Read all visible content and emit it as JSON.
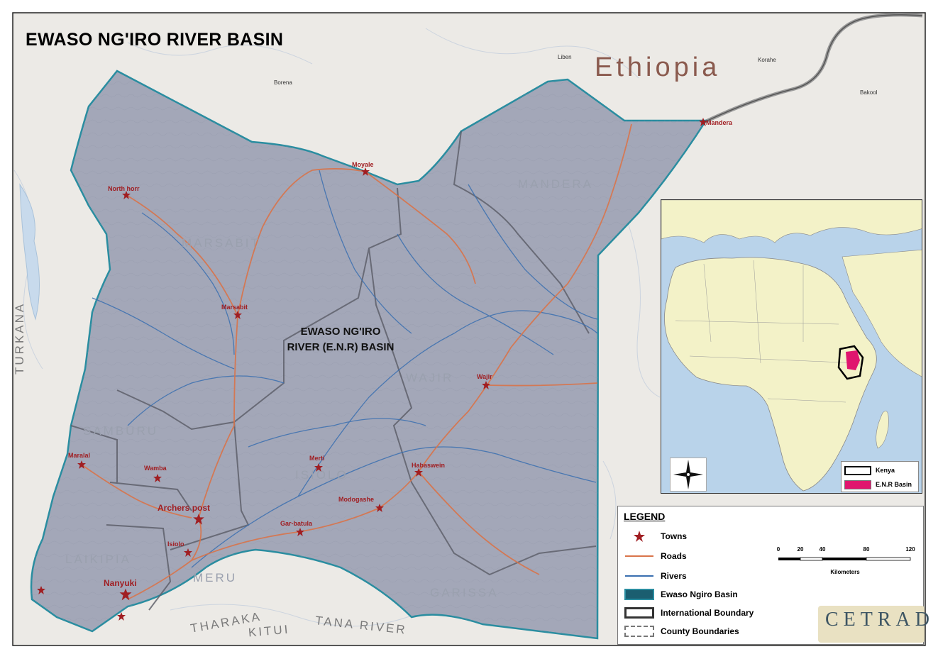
{
  "title": "EWASO NG'IRO RIVER BASIN",
  "country_label": "Ethiopia",
  "ethiopia_places": [
    "Liben",
    "Borena",
    "Korahe",
    "Bakool"
  ],
  "basin_label": [
    "EWASO NG'IRO",
    "RIVER (E.N.R) BASIN"
  ],
  "counties_in_basin": [
    "MANDERA",
    "MARSABIT",
    "WAJIR",
    "SAMBURU",
    "ISIOLO",
    "LAIKIPIA",
    "MERU",
    "GARISSA"
  ],
  "counties_outside": [
    "TURKANA",
    "THARAKA",
    "KITUI",
    "TANA RIVER"
  ],
  "towns": [
    "Mandera",
    "Moyale",
    "North horr",
    "Marsabit",
    "Wajir",
    "Maralal",
    "Wamba",
    "Merti",
    "Habaswein",
    "Modogashe",
    "Archers post",
    "Gar-batula",
    "Isiolo",
    "Nanyuki"
  ],
  "inset": {
    "legend": [
      {
        "label": "Kenya",
        "color": "#000000",
        "style": "outline"
      },
      {
        "label": "E.N.R Basin",
        "color": "#e0156e",
        "style": "fill"
      }
    ]
  },
  "legend": {
    "title": "LEGEND",
    "items": [
      {
        "label": "Towns",
        "symbol": "star-icon",
        "color": "#a01e22"
      },
      {
        "label": "Roads",
        "symbol": "line",
        "color": "#d9744a"
      },
      {
        "label": "Rivers",
        "symbol": "line",
        "color": "#3a6fb0"
      },
      {
        "label": "Ewaso Ngiro Basin",
        "symbol": "fill",
        "color": "#1b5e70"
      },
      {
        "label": "International Boundary",
        "symbol": "double-outline",
        "color": "#333333"
      },
      {
        "label": "County Boundaries",
        "symbol": "dashed-outline",
        "color": "#777777"
      }
    ],
    "scale": {
      "ticks": [
        "0",
        "20",
        "40",
        "80",
        "120"
      ],
      "unit": "Kilometers"
    }
  },
  "logo": {
    "text": "CETRAD"
  },
  "colors": {
    "basin_fill": "#a3a7b8",
    "basin_outline": "#2a8da0",
    "background_land": "#eceae6",
    "africa_land": "#f3f2c8",
    "ocean": "#b9d3ea",
    "town": "#a01e22"
  }
}
